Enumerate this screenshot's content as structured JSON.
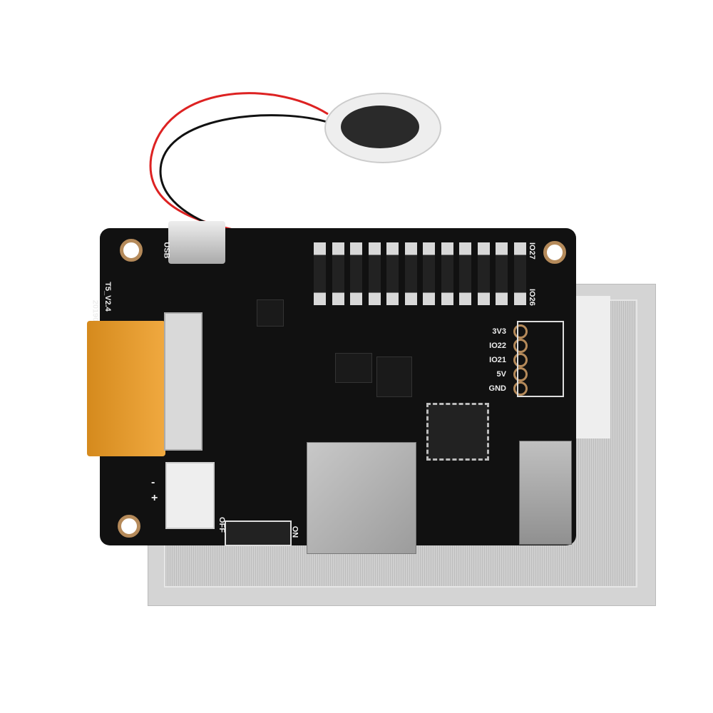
{
  "board": {
    "model": "T5_V2.4",
    "date": "20190",
    "usb_label": "USB",
    "switch_off": "OFF",
    "switch_on": "ON",
    "battery_plus": "+",
    "battery_minus": "-",
    "header_top_right": "IO27",
    "header_bottom_right": "IO26",
    "side_pins": [
      "3V3",
      "IO22",
      "IO21",
      "5V",
      "GND"
    ]
  },
  "colors": {
    "pcb": "#111111",
    "flex_cable": "#e09a2e",
    "pad": "#b58a5a"
  }
}
